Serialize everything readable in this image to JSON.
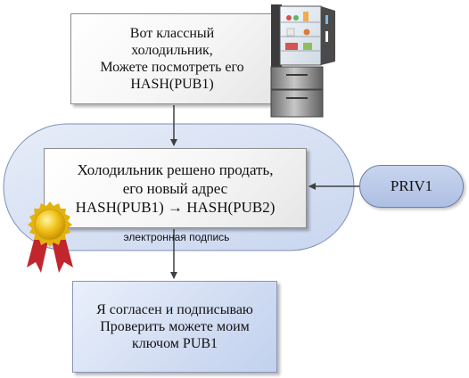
{
  "box_top": {
    "lines": [
      "Вот классный",
      "холодильник,",
      "Можете посмотреть его",
      "HASH(PUB1)"
    ]
  },
  "box_middle": {
    "lines": [
      "Холодильник решено продать,",
      "его новый адрес",
      "HASH(PUB1) → HASH(PUB2)"
    ]
  },
  "box_bottom": {
    "lines": [
      "Я согласен и подписываю",
      "Проверить можете моим",
      "ключом PUB1"
    ]
  },
  "priv_key": {
    "label": "PRIV1"
  },
  "signature_region": {
    "label": "электронная подпись"
  },
  "icons": {
    "fridge": "fridge-icon",
    "medal": "medal-icon"
  },
  "colors": {
    "signature_region_fill": "#d6e0f2",
    "key_pill_fill": "#b8c7e8",
    "signed_box_fill": "#d0dcf2",
    "arrow": "#404040"
  }
}
